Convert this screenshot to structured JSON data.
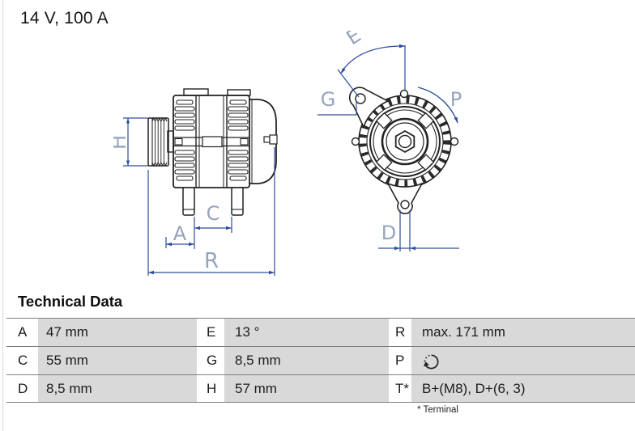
{
  "header": {
    "title": "14 V, 100 A"
  },
  "diagram": {
    "side_view": {
      "labels": {
        "H": "H",
        "A": "A",
        "C": "C",
        "R": "R"
      }
    },
    "front_view": {
      "labels": {
        "E": "E",
        "G": "G",
        "P": "P",
        "D": "D"
      }
    },
    "colors": {
      "dimension_line": "#2e4d9e",
      "dimension_label": "#97a3bd",
      "drawing_line": "#222222"
    }
  },
  "table": {
    "heading": "Technical Data",
    "row_gray": "#d9d9d9",
    "separator_gray": "#7d7d7d",
    "rows": [
      {
        "cells": [
          {
            "k": "A",
            "v": "47 mm"
          },
          {
            "k": "E",
            "v": "13 °"
          },
          {
            "k": "R",
            "v": "max. 171 mm"
          }
        ]
      },
      {
        "cells": [
          {
            "k": "C",
            "v": "55 mm"
          },
          {
            "k": "G",
            "v": "8,5 mm"
          },
          {
            "k": "P",
            "v": "",
            "icon": "rotation-direction-icon"
          }
        ]
      },
      {
        "cells": [
          {
            "k": "D",
            "v": "8,5 mm"
          },
          {
            "k": "H",
            "v": "57 mm"
          },
          {
            "k": "T*",
            "v": "B+(M8), D+(6, 3)"
          }
        ]
      }
    ],
    "footnote": "* Terminal"
  }
}
